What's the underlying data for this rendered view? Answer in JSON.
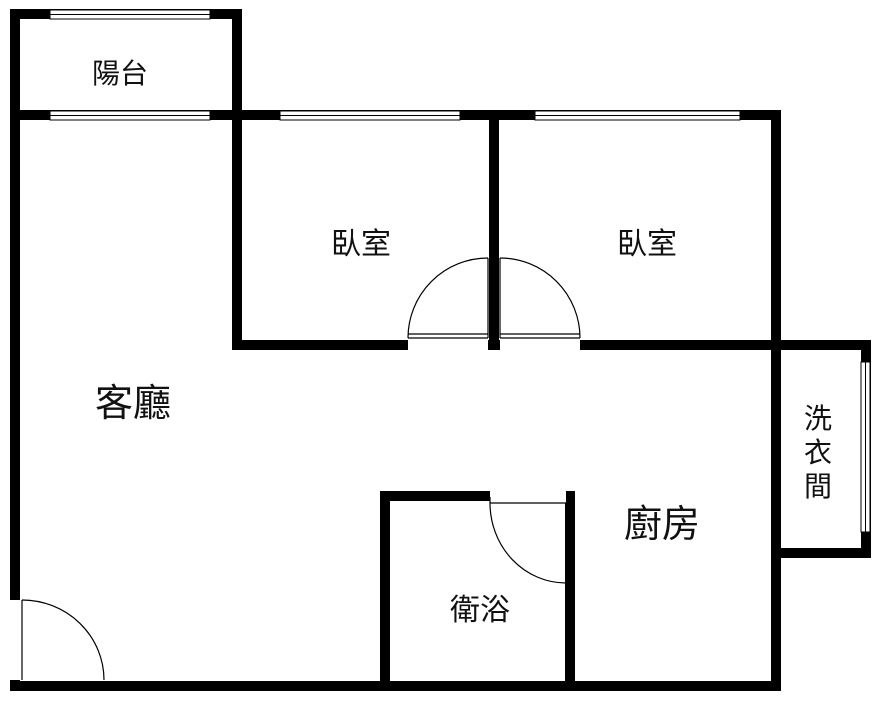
{
  "rooms": {
    "balcony": "陽台",
    "bedroom_left": "臥室",
    "bedroom_right": "臥室",
    "living_room": "客廳",
    "kitchen": "廚房",
    "bathroom": "衛浴",
    "laundry": [
      "洗",
      "衣",
      "間"
    ]
  },
  "colors": {
    "wall": "#000000",
    "background": "#ffffff",
    "text": "#111111"
  }
}
